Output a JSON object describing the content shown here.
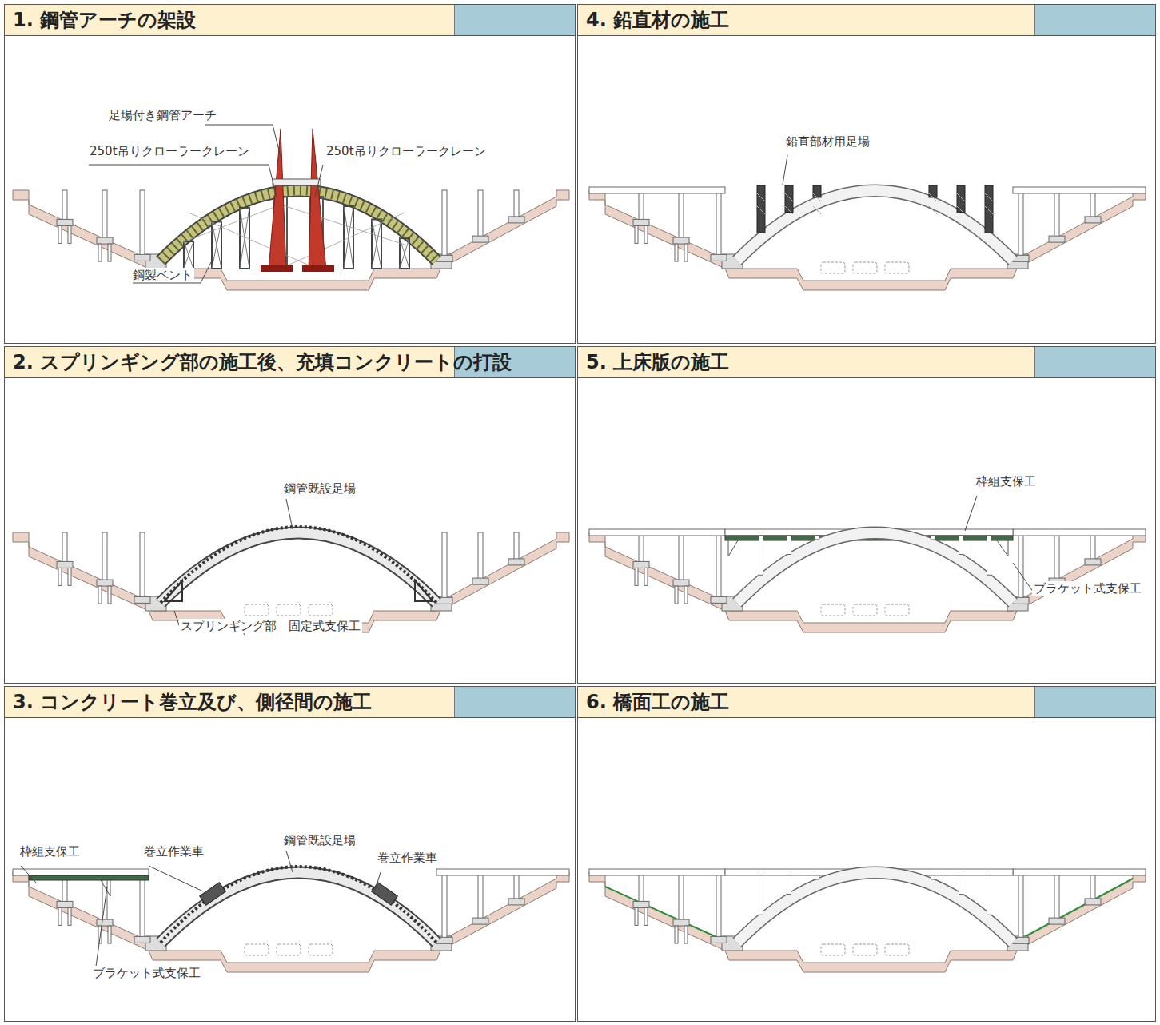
{
  "diagram": {
    "nodes": [
      {
        "text": [
          "1. 鋼管アーチの架設"
        ]
      },
      {
        "text": [
          "2. スプリンギング部の施工後、充填コンクリートの打設"
        ]
      },
      {
        "text": [
          "3. コンクリート巻立及び、側径間の施工"
        ]
      },
      {
        "text": [
          "4. 鉛直材の施工"
        ]
      },
      {
        "text": [
          "5. 上床版の施工"
        ]
      },
      {
        "text": [
          "6. 橋面工の施工"
        ]
      }
    ],
    "labels": [
      "足場付き鋼管アーチ",
      "250t吊りクローラークレーン",
      "250t吊りクローラークレーン",
      "鋼製ベント",
      "鋼管既設足場",
      "スプリンギング部　固定式支保工",
      "枠組支保工",
      "巻立作業車",
      "鋼管既設足場",
      "巻立作業車",
      "ブラケット式支保工",
      "鉛直部材用足場",
      "枠組支保工",
      "ブラケット式支保工"
    ]
  }
}
